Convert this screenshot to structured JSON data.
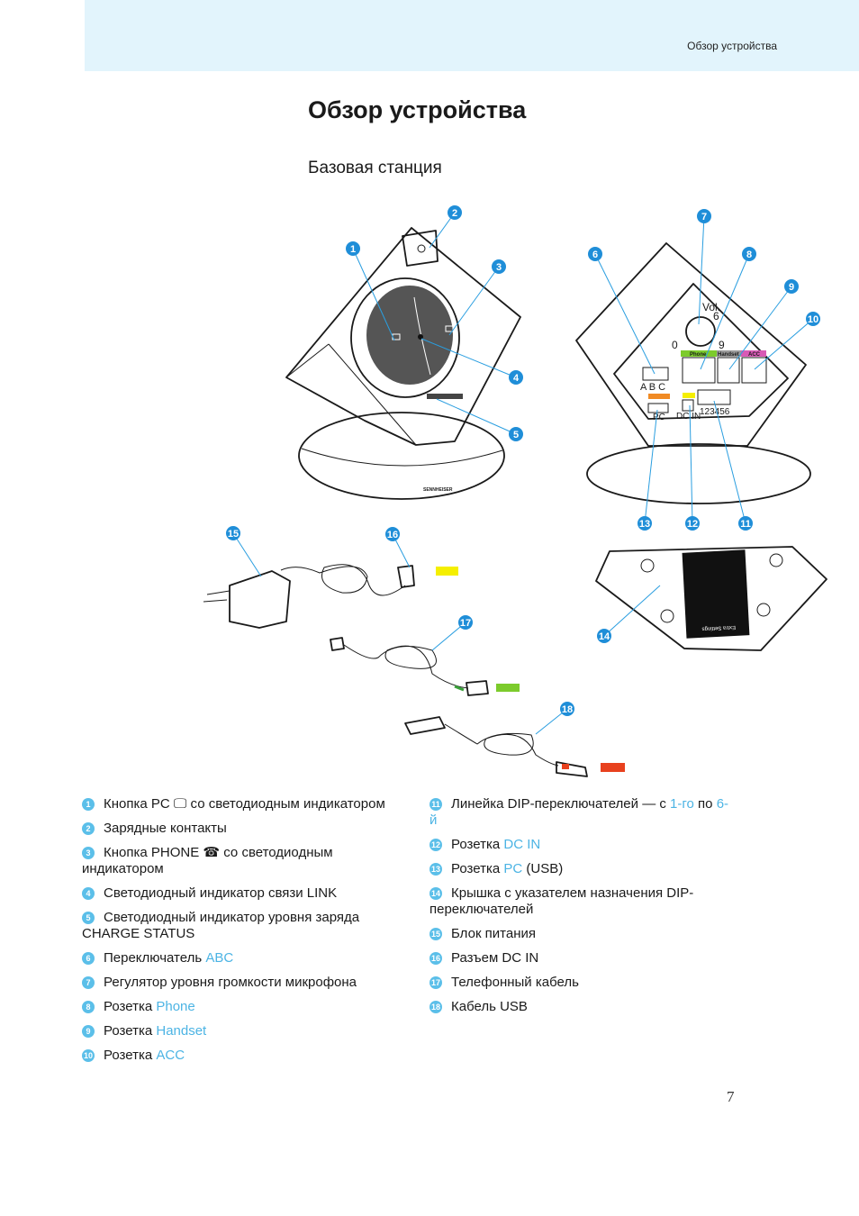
{
  "header": {
    "running_head": "Обзор устройства"
  },
  "page_title": "Обзор устройства",
  "section_title": "Базовая станция",
  "figure": {
    "device_labels": {
      "vol": "Vol.",
      "vol_min": "0",
      "vol_mid": "6",
      "vol_max": "9",
      "phone_port": "Phone",
      "handset_port": "Handset",
      "acc_port": "ACC",
      "abc_switch": "A B C",
      "pc_port": "PC",
      "dc_in_port": "DC IN",
      "dip_numbers": "123456",
      "brand": "SENNHEISER",
      "cover_label": "Extra Settings"
    },
    "colors": {
      "pc_usb": "#f08a24",
      "dc_in": "#f5ef00",
      "phone": "#7ccb2c",
      "usb_cable": "#e8411e",
      "handset": "#9a9a9a",
      "acc": "#d85ab5",
      "callout": "#1f8ed8",
      "banner": "#e2f4fc"
    },
    "callouts": [
      "1",
      "2",
      "3",
      "4",
      "5",
      "6",
      "7",
      "8",
      "9",
      "10",
      "11",
      "12",
      "13",
      "14",
      "15",
      "16",
      "17",
      "18"
    ]
  },
  "legend": {
    "left": [
      {
        "n": "1",
        "text": "Кнопка PC 🖵 со светодиодным индикатором",
        "pre": "Кнопка PC ",
        "icon": "laptop-icon",
        "post": " со светодиодным индикатором"
      },
      {
        "n": "2",
        "pre": "Зарядные контакты"
      },
      {
        "n": "3",
        "pre": "Кнопка PHONE ",
        "icon": "phone-icon",
        "post": " со светодиодным индикатором"
      },
      {
        "n": "4",
        "pre": "Светодиодный индикатор связи LINK"
      },
      {
        "n": "5",
        "pre": "Светодиодный индикатор уровня заряда CHARGE STATUS"
      },
      {
        "n": "6",
        "pre": "Переключатель ",
        "hl": "ABC"
      },
      {
        "n": "7",
        "pre": "Регулятор уровня громкости микрофона"
      },
      {
        "n": "8",
        "pre": "Розетка ",
        "hl": "Phone"
      },
      {
        "n": "9",
        "pre": "Розетка ",
        "hl": "Handset"
      },
      {
        "n": "10",
        "pre": "Розетка ",
        "hl": "ACC"
      }
    ],
    "right": [
      {
        "n": "11",
        "pre": "Линейка DIP-переключателей — с ",
        "hl": "1-го",
        "mid": " по ",
        "hl2": "6-й"
      },
      {
        "n": "12",
        "pre": "Розетка ",
        "hl": "DC IN"
      },
      {
        "n": "13",
        "pre": "Розетка ",
        "hl": "PC",
        "post": " (USB)"
      },
      {
        "n": "14",
        "pre": "Крышка с указателем назначения DIP-переключателей"
      },
      {
        "n": "15",
        "pre": "Блок питания"
      },
      {
        "n": "16",
        "pre": "Разъем DC IN"
      },
      {
        "n": "17",
        "pre": "Телефонный кабель"
      },
      {
        "n": "18",
        "pre": "Кабель USB"
      }
    ]
  },
  "page_number": "7"
}
